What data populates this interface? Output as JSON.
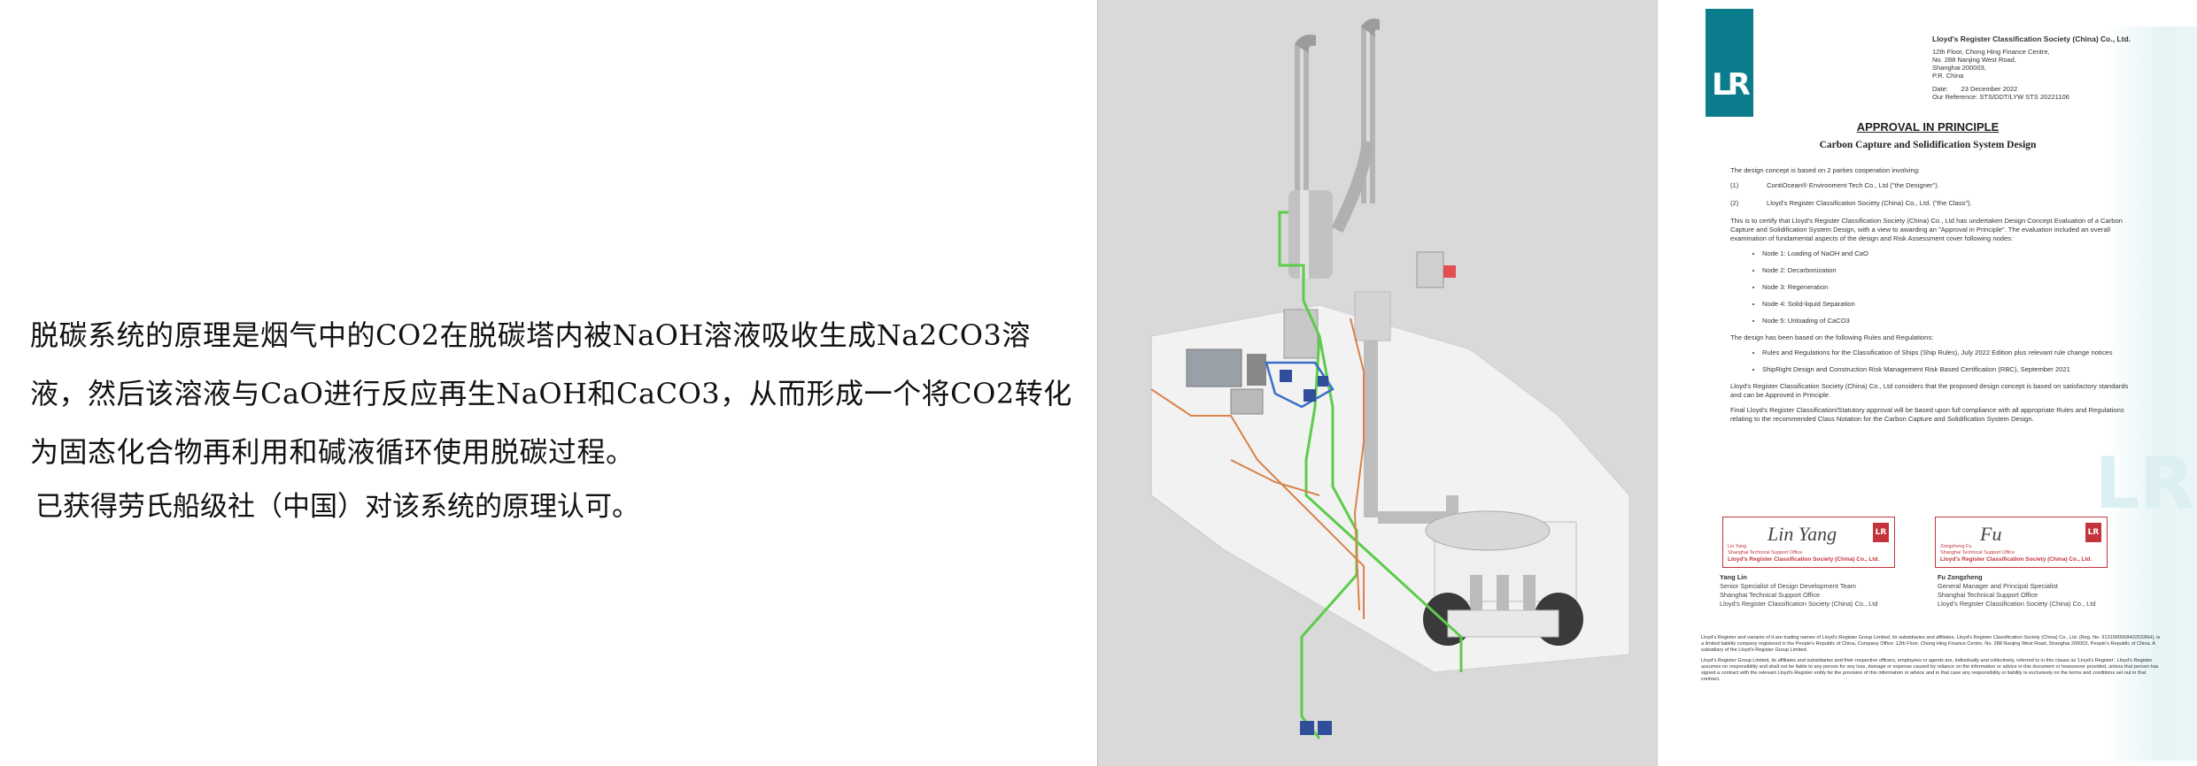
{
  "description": {
    "paragraph1": "脱碳系统的原理是烟气中的CO2在脱碳塔内被NaOH溶液吸收生成Na2CO3溶液，然后该溶液与CaO进行反应再生NaOH和CaCO3，从而形成一个将CO2转化为固态化合物再利用和碱液循环使用脱碳过程。",
    "paragraph2": "已获得劳氏船级社（中国）对该系统的原理认可。"
  },
  "certificate": {
    "logo_text": "LR",
    "org_name": "Lloyd's Register Classification Society (China) Co., Ltd.",
    "address": [
      "12th Floor, Chong Hing Finance Centre,",
      "No. 288 Nanjing West Road,",
      "Shanghai 200003,",
      "P.R. China"
    ],
    "date_label": "Date:",
    "date_value": "23 December 2022",
    "reference": "Our Reference: STS/DDT/LYW STS 20221106",
    "title": "APPROVAL IN PRINCIPLE",
    "subtitle": "Carbon Capture and Solidification System Design",
    "intro": "The design concept is based on 2 parties cooperation involving:",
    "parties": [
      {
        "num": "(1)",
        "text": "ContiOcean® Environment Tech Co., Ltd (\"the Designer\")."
      },
      {
        "num": "(2)",
        "text": "Lloyd's Register Classification Society (China) Co., Ltd. (\"the Class\")."
      }
    ],
    "certify_text": "This is to certify that Lloyd's Register Classification Society (China) Co., Ltd has undertaken Design Concept Evaluation of a Carbon Capture and Solidification System Design, with a view to awarding an \"Approval in Principle\". The evaluation included an overall examination of fundamental aspects of the design and Risk Assessment cover following nodes:",
    "nodes": [
      "Node 1: Loading of NaOH and CaO",
      "Node 2: Decarbonization",
      "Node 3: Regeneration",
      "Node 4: Solid-liquid Separation",
      "Node 5: Unloading of CaCO3"
    ],
    "rules_intro": "The design has been based on the following Rules and Regulations:",
    "rules": [
      "Rules and Regulations for the Classification of Ships (Ship Rules), July 2022 Edition plus relevant rule change notices",
      "ShipRight Design and Construction Risk Management Risk Based Certification (RBC), September 2021"
    ],
    "consider_text": "Lloyd's Register Classification Society (China) Co., Ltd considers that the proposed design concept is based on satisfactory standards and can be Approved in Principle.",
    "final_text": "Final Lloyd's Register Classification/Statutory approval will be based upon full compliance with all appropriate Rules and Regulations relating to the recommended Class Notation for the Carbon Capture and Solidification System Design.",
    "signatories": [
      {
        "stamp_name": "Lin Yang",
        "stamp_office": "Shanghai Technical Support Office",
        "stamp_org": "Lloyd's Register Classification Society (China) Co., Ltd.",
        "signature": "Lin Yang",
        "name": "Yang Lin",
        "title": "Senior Specialist of Design Development Team",
        "office": "Shanghai Technical Support Office",
        "org": "Lloyd's Register Classification Society (China) Co., Ltd"
      },
      {
        "stamp_name": "Zongzheng Fu",
        "stamp_office": "Shanghai Technical Support Office",
        "stamp_org": "Lloyd's Register Classification Society (China) Co., Ltd.",
        "signature": "Fu",
        "name": "Fu Zongzheng",
        "title": "General Manager and Principal Specialist",
        "office": "Shanghai Technical Support Office",
        "org": "Lloyd's Register Classification Society (China) Co., Ltd"
      }
    ],
    "footer1": "Lloyd's Register and variants of it are trading names of Lloyd's Register Group Limited, its subsidiaries and affiliates. Lloyd's Register Classification Society (China) Co., Ltd. (Reg. No. 91310000684025336H), is a limited liability company registered in the People's Republic of China, Company Office: 12th Floor, Chong Hing Finance Centre, No. 288 Nanjing West Road, Shanghai 200003, People's Republic of China. A subsidiary of the Lloyd's Register Group Limited.",
    "footer2": "Lloyd's Register Group Limited, its affiliates and subsidiaries and their respective officers, employees or agents are, individually and collectively, referred to in this clause as 'Lloyd's Register'. Lloyd's Register assumes no responsibility and shall not be liable to any person for any loss, damage or expense caused by reliance on the information or advice in this document or howsoever provided, unless that person has signed a contract with the relevant Lloyd's Register entity for the provision of this information or advice and in that case any responsibility or liability is exclusively on the terms and conditions set out in that contract."
  },
  "colors": {
    "lr_teal": "#0a7c8c",
    "stamp_red": "#c3343b",
    "pipe_green": "#5ccc4a",
    "pipe_orange": "#d9824a",
    "pipe_blue": "#3a6fc8",
    "render_bg": "#d9d9d9"
  }
}
